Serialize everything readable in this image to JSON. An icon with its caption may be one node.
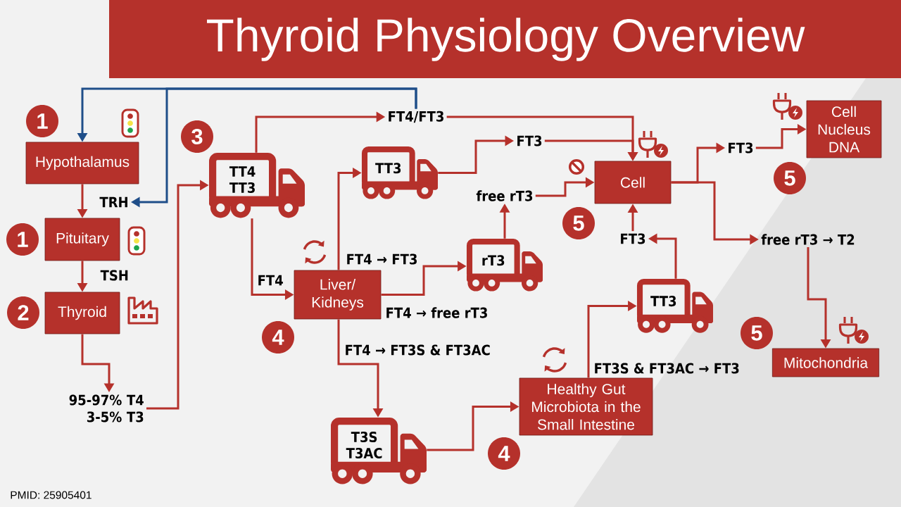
{
  "diagram": {
    "title": "Thyroid Physiology Overview",
    "nodes": [
      {
        "text": [
          "Hypothalamus"
        ]
      },
      {
        "text": [
          "TRH"
        ]
      },
      {
        "text": [
          "Pituitary"
        ]
      },
      {
        "text": [
          "Thyroid"
        ]
      },
      {
        "text": [
          "95-97% T4 3-5% T3"
        ]
      },
      {
        "text": [
          "TT4 TT3"
        ]
      },
      {
        "text": [
          "FT4/FT3"
        ]
      },
      {
        "text": [
          "Liver/ Kidneys"
        ]
      },
      {
        "text": [
          "TT3"
        ]
      },
      {
        "text": [
          "FT3"
        ]
      },
      {
        "text": [
          "rT3"
        ]
      },
      {
        "text": [
          "free rT3"
        ]
      },
      {
        "text": [
          "Cell"
        ]
      },
      {
        "text": [
          "FT3"
        ]
      },
      {
        "text": [
          "Cell Nucleus DNA"
        ]
      },
      {
        "text": [
          "FT3"
        ]
      },
      {
        "text": [
          "free rT3 → T2"
        ]
      },
      {
        "text": [
          "TT3"
        ]
      },
      {
        "text": [
          "Mitochondria"
        ]
      },
      {
        "text": [
          "T3S T3AC"
        ]
      },
      {
        "text": [
          "Healthy Gut Microbiota in the Small Intestine"
        ]
      }
    ],
    "edges": [
      {
        "from": 6,
        "to": 0,
        "arrow": "to",
        "color": "#1f4e89"
      },
      {
        "from": 6,
        "to": 1,
        "arrow": "to",
        "color": "#1f4e89"
      },
      {
        "from": 0,
        "to": 2,
        "arrow": "to"
      },
      {
        "from": 2,
        "to": 3,
        "arrow": "to",
        "label": "TSH"
      },
      {
        "from": 3,
        "to": 4,
        "arrow": "to"
      },
      {
        "from": 4,
        "to": 5,
        "arrow": "to"
      },
      {
        "from": 5,
        "to": 6,
        "arrow": "to"
      },
      {
        "from": 6,
        "to": 12,
        "arrow": "to"
      },
      {
        "from": 5,
        "to": 7,
        "arrow": "to",
        "label": "FT4"
      },
      {
        "from": 7,
        "to": 8,
        "arrow": "to",
        "label": "FT4 → FT3"
      },
      {
        "from": 7,
        "to": 10,
        "arrow": "to",
        "label": "FT4 → free rT3"
      },
      {
        "from": 7,
        "to": 19,
        "arrow": "to",
        "label": "FT4 → FT3S & FT3AC"
      },
      {
        "from": 8,
        "to": 9,
        "arrow": "to"
      },
      {
        "from": 9,
        "to": 12,
        "arrow": "to"
      },
      {
        "from": 10,
        "to": 11,
        "arrow": "to"
      },
      {
        "from": 11,
        "to": 12,
        "arrow": "to"
      },
      {
        "from": 19,
        "to": 20,
        "arrow": "to"
      },
      {
        "from": 20,
        "to": 17,
        "arrow": "to",
        "label": "FT3S & FT3AC → FT3"
      },
      {
        "from": 17,
        "to": 15,
        "arrow": "to"
      },
      {
        "from": 15,
        "to": 12,
        "arrow": "to"
      },
      {
        "from": 12,
        "to": 13,
        "arrow": "to"
      },
      {
        "from": 13,
        "to": 14,
        "arrow": "to"
      },
      {
        "from": 12,
        "to": 16,
        "arrow": "to"
      },
      {
        "from": 16,
        "to": 18,
        "arrow": "to"
      }
    ],
    "labels": [
      "1",
      "3",
      "5",
      "5",
      "1",
      "2",
      "5",
      "4",
      "4",
      "PMID: 25905401"
    ]
  }
}
